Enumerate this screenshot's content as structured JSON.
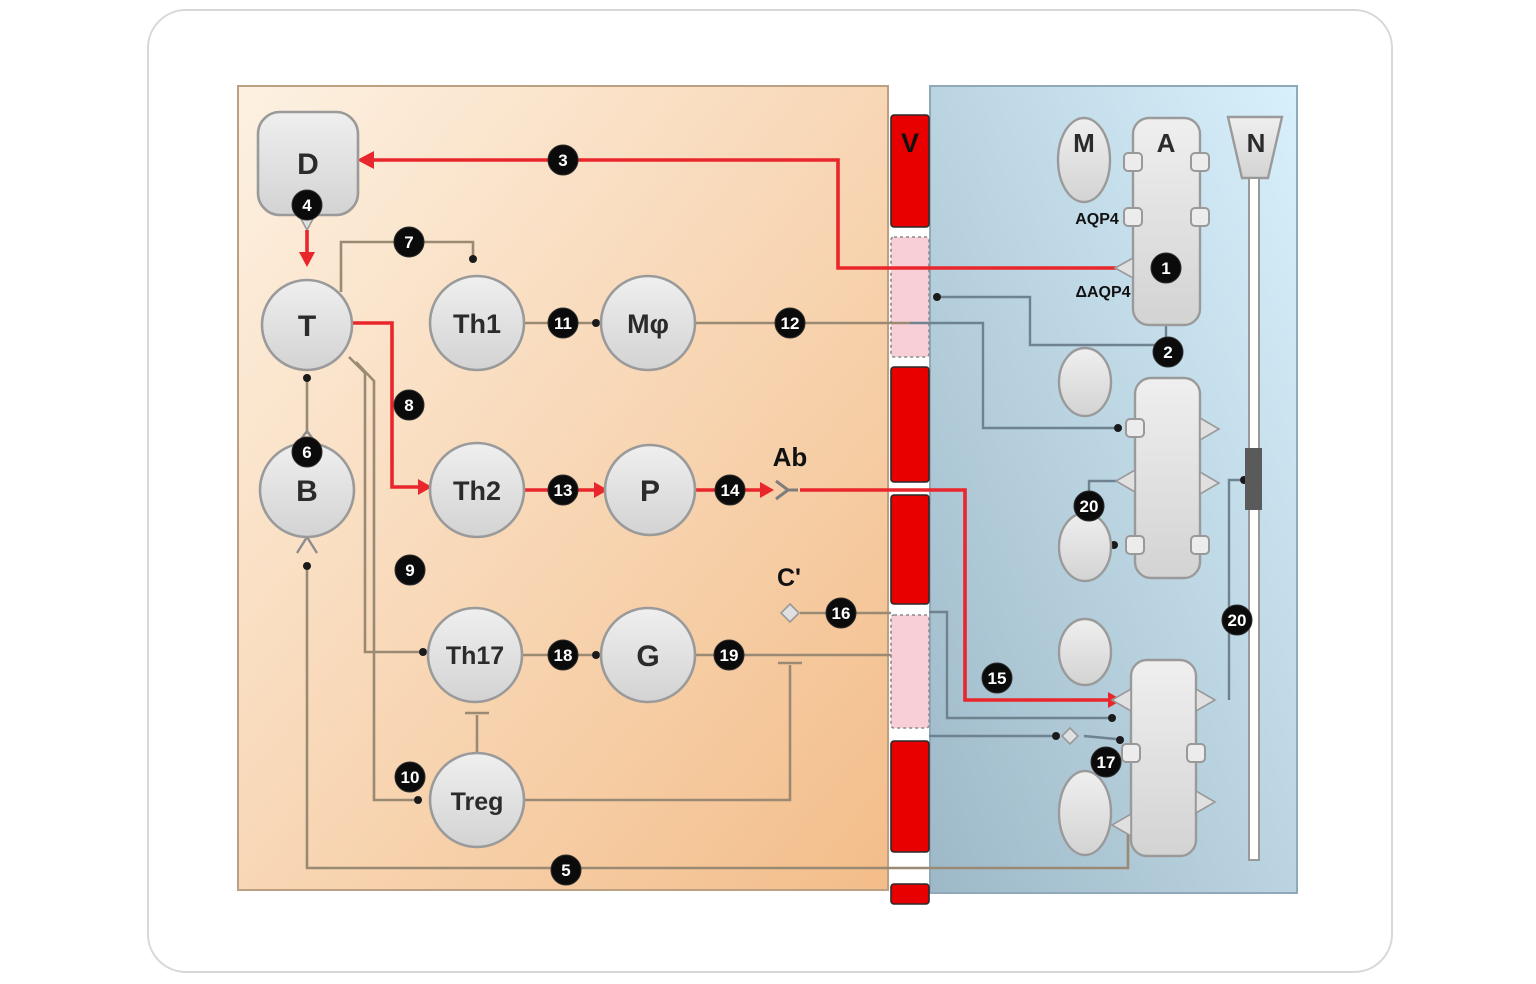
{
  "figure": {
    "description": "Immunopathogenesis pathway diagram: peripheral immune compartment (left), blood vessel barrier V (center), CNS compartment (right)",
    "periphery": {
      "nodes": {
        "dendritic": "D",
        "t_cell": "T",
        "b_cell": "B",
        "th1": "Th1",
        "macrophage": "Mφ",
        "th2": "Th2",
        "plasma": "P",
        "th17": "Th17",
        "granulocyte": "G",
        "treg": "Treg"
      },
      "antibody_label": "Ab",
      "complement_label": "C'"
    },
    "vessel": {
      "label": "V"
    },
    "cns": {
      "microglia_label": "M",
      "astrocyte_label": "A",
      "neuron_label": "N",
      "aqp4_label": "AQP4",
      "delta_aqp4_label": "ΔAQP4"
    },
    "steps": {
      "s1": "1",
      "s2": "2",
      "s3": "3",
      "s4": "4",
      "s5": "5",
      "s6": "6",
      "s7": "7",
      "s8": "8",
      "s9": "9",
      "s10": "10",
      "s11": "11",
      "s12": "12",
      "s13": "13",
      "s14": "14",
      "s15": "15",
      "s16": "16",
      "s17": "17",
      "s18": "18",
      "s19": "19",
      "s20": "20"
    },
    "colors": {
      "vessel_red": "#e80000",
      "vessel_pink": "#f8cfd6",
      "arrow_red": "#e8262c",
      "periphery_line": "#9a8a74",
      "cns_line": "#6f8290",
      "badge_bg": "#0b0b0b",
      "badge_text": "#ffffff",
      "periphery_bg_from": "#fdf1e2",
      "periphery_bg_to": "#f3bd89",
      "cns_bg_from": "#9db8c7",
      "cns_bg_to": "#d8f0fc"
    }
  }
}
